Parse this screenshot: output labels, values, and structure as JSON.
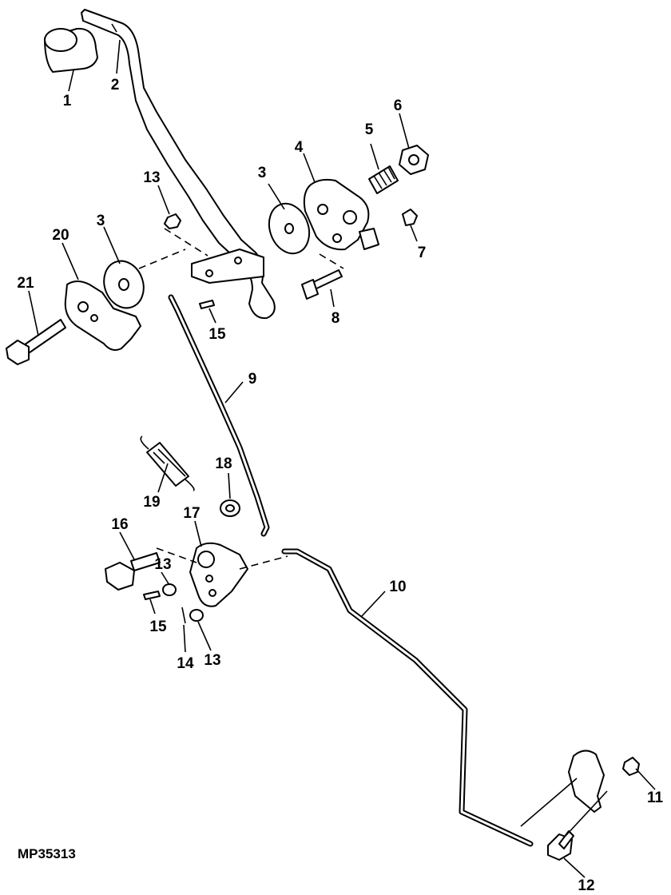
{
  "figure_id": "MP35313",
  "callouts": {
    "c1": "1",
    "c2": "2",
    "c3a": "3",
    "c3b": "3",
    "c4": "4",
    "c5": "5",
    "c6": "6",
    "c7": "7",
    "c8": "8",
    "c9": "9",
    "c10": "10",
    "c11": "11",
    "c12": "12",
    "c13a": "13",
    "c13b": "13",
    "c13c": "13",
    "c14": "14",
    "c15a": "15",
    "c15b": "15",
    "c16": "16",
    "c17": "17",
    "c18": "18",
    "c19": "19",
    "c20": "20",
    "c21": "21"
  }
}
